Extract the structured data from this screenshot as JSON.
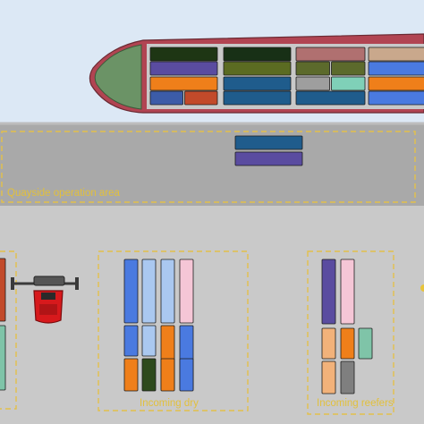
{
  "colors": {
    "sky": "#dce8f5",
    "quay": "#a9a9a9",
    "quay_line": "#bdbdbd",
    "yard": "#c9c9c9",
    "zone_border": "#e3c04a",
    "zone_text": "#e2c03c",
    "hull": "#b14452",
    "bow": "#6b9366",
    "deck": "#c9c9c9",
    "truck": "#d7191c"
  },
  "labels": {
    "quayside": "Quayside operation area",
    "incoming_dry": "Incoming dry",
    "incoming_reefers": "Incoming reefers"
  },
  "vessel": {
    "bays": [
      [
        "#1e3614",
        "#5a4ca0",
        "#ef7f1a",
        "split:#3c5ca8:#c24a2a"
      ],
      [
        "#183016",
        "#5b6b22",
        "#1f5c8c",
        "#1f5c8c"
      ],
      [
        "#b07070",
        "split:#5c6a2c:#5c6a2c",
        "split:#9e9e9e:#7fd0b8",
        "#1f5c8c"
      ],
      [
        "#c9a88c",
        "#4a7ae0",
        "#ef7f1a",
        "#4a7ae0"
      ]
    ]
  },
  "quay_containers": [
    "#1f5c8c",
    "#5a4ca0"
  ],
  "dry_rows": [
    [
      "#4a7ae0",
      "#aac8f0",
      "#aac8f0",
      "#f5c6d6"
    ],
    [
      "#4a7ae0",
      "#aac8f0",
      "#ef7f1a",
      "#4a7ae0"
    ],
    [
      "#ef7f1a",
      "#2e4a1c",
      "#ef7f1a",
      "#4a7ae0"
    ]
  ],
  "reefer_rows": [
    [
      "#5a4ca0",
      "#f5c6d6"
    ],
    [
      "#f2b27a",
      "#ef7f1a",
      "#7fc4a8"
    ],
    [
      "#f2b27a",
      "#7f7f7f"
    ]
  ],
  "left_yard": [
    "#c24a2a",
    "#7fc4a8"
  ],
  "icons": {
    "truck": "truck-icon"
  }
}
